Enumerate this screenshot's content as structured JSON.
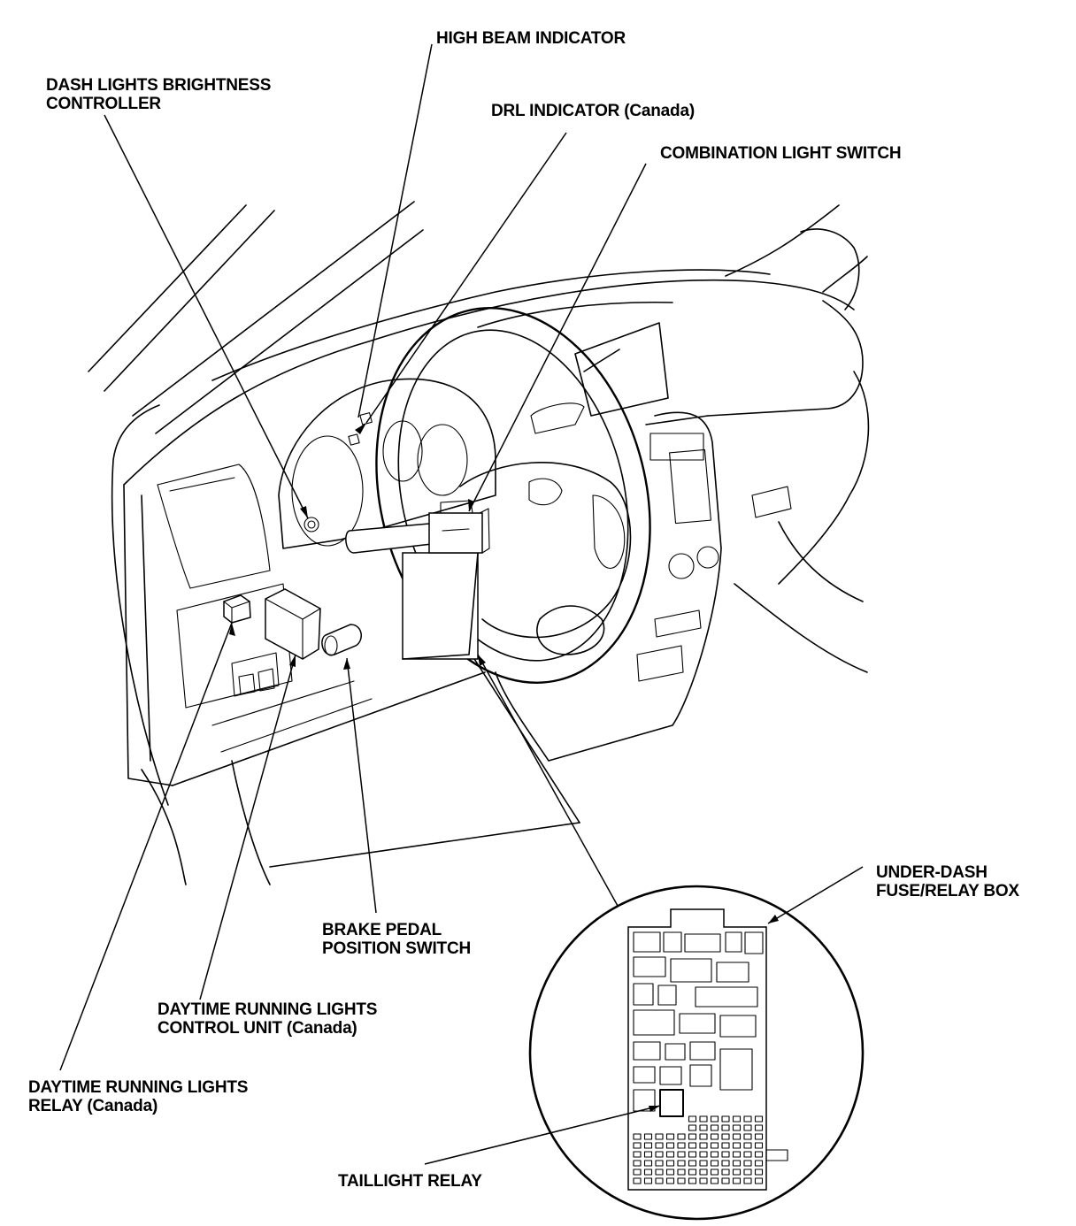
{
  "labels": {
    "high_beam": [
      "HIGH BEAM INDICATOR"
    ],
    "dash_lights": [
      "DASH LIGHTS BRIGHTNESS",
      "CONTROLLER"
    ],
    "drl_indicator": [
      "DRL INDICATOR (Canada)"
    ],
    "combination_switch": [
      "COMBINATION LIGHT SWITCH"
    ],
    "under_dash": [
      "UNDER-DASH",
      "FUSE/RELAY BOX"
    ],
    "brake_pedal": [
      "BRAKE PEDAL",
      "POSITION SWITCH"
    ],
    "drl_control_unit": [
      "DAYTIME RUNNING LIGHTS",
      "CONTROL UNIT (Canada)"
    ],
    "drl_relay": [
      "DAYTIME RUNNING LIGHTS",
      "RELAY (Canada)"
    ],
    "taillight_relay": [
      "TAILLIGHT RELAY"
    ]
  },
  "colors": {
    "ink": "#000000",
    "paper": "#ffffff"
  }
}
